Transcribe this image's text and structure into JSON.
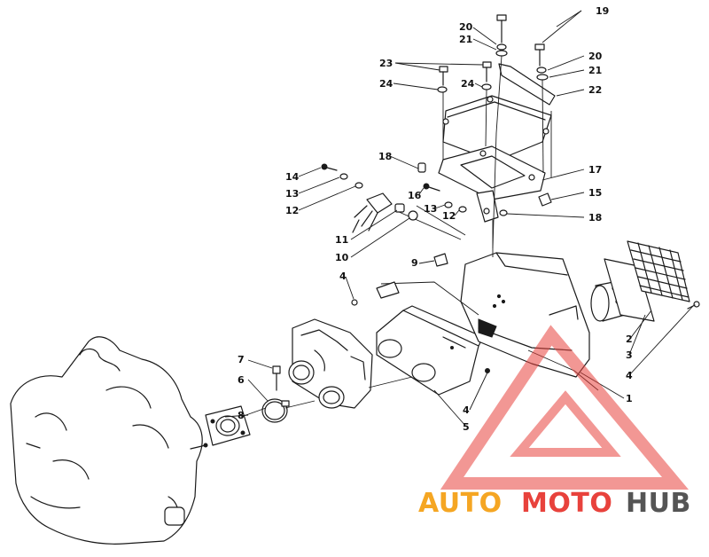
{
  "labels": {
    "l1": "1",
    "l2": "2",
    "l3": "3",
    "l4a": "4",
    "l4b": "4",
    "l4c": "4",
    "l5": "5",
    "l6": "6",
    "l7": "7",
    "l8": "8",
    "l9": "9",
    "l10": "10",
    "l11": "11",
    "l12a": "12",
    "l12b": "12",
    "l13a": "13",
    "l13b": "13",
    "l14": "14",
    "l15": "15",
    "l16": "16",
    "l17": "17",
    "l18a": "18",
    "l18b": "18",
    "l19": "19",
    "l20a": "20",
    "l20b": "20",
    "l21a": "21",
    "l21b": "21",
    "l22": "22",
    "l23": "23",
    "l24a": "24",
    "l24b": "24"
  },
  "watermark": {
    "part1": "AUTO",
    "part2": "MOTO",
    "part3": "HUB",
    "colors": {
      "orange": "#f5a623",
      "red": "#e8423c",
      "gray": "#555555",
      "triangle": "#e8423c"
    }
  }
}
